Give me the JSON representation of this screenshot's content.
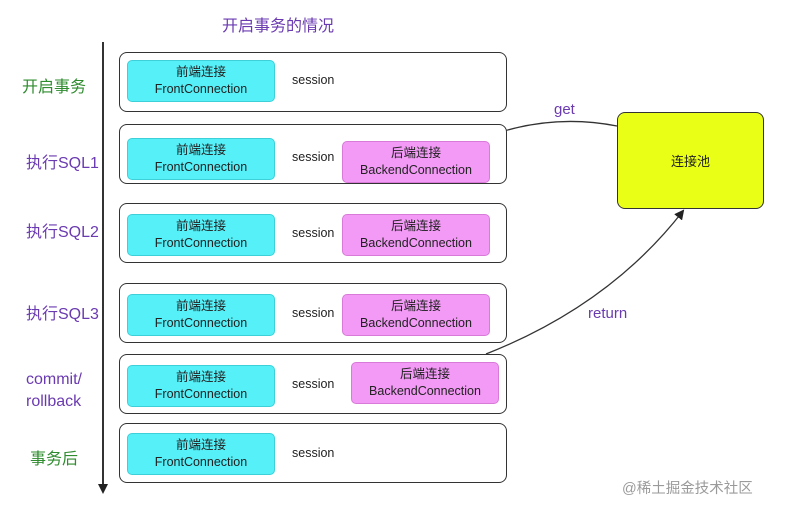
{
  "title": "开启事务的情况",
  "phases": [
    {
      "label": "开启事务",
      "front": [
        "前端连接",
        "FrontConnection"
      ],
      "session": "session",
      "back": null
    },
    {
      "label": "执行SQL1",
      "front": [
        "前端连接",
        "FrontConnection"
      ],
      "session": "session",
      "back": [
        "后端连接",
        "BackendConnection"
      ]
    },
    {
      "label": "执行SQL2",
      "front": [
        "前端连接",
        "FrontConnection"
      ],
      "session": "session",
      "back": [
        "后端连接",
        "BackendConnection"
      ]
    },
    {
      "label": "执行SQL3",
      "front": [
        "前端连接",
        "FrontConnection"
      ],
      "session": "session",
      "back": [
        "后端连接",
        "BackendConnection"
      ]
    },
    {
      "label": "commit/\nrollback",
      "label_lines": [
        "commit/",
        "rollback"
      ],
      "front": [
        "前端连接",
        "FrontConnection"
      ],
      "session": "session",
      "back": [
        "后端连接",
        "BackendConnection"
      ]
    },
    {
      "label": "事务后",
      "front": [
        "前端连接",
        "FrontConnection"
      ],
      "session": "session",
      "back": null
    }
  ],
  "pool": {
    "label": "连接池",
    "color": "#eaff16"
  },
  "edges": {
    "get": "get",
    "return": "return"
  },
  "colors": {
    "front": "#55f0f8",
    "back": "#f29af5",
    "title": "#6a3ab0",
    "phase_first": "#2e8b2e"
  },
  "watermark": "@稀土掘金技术社区"
}
